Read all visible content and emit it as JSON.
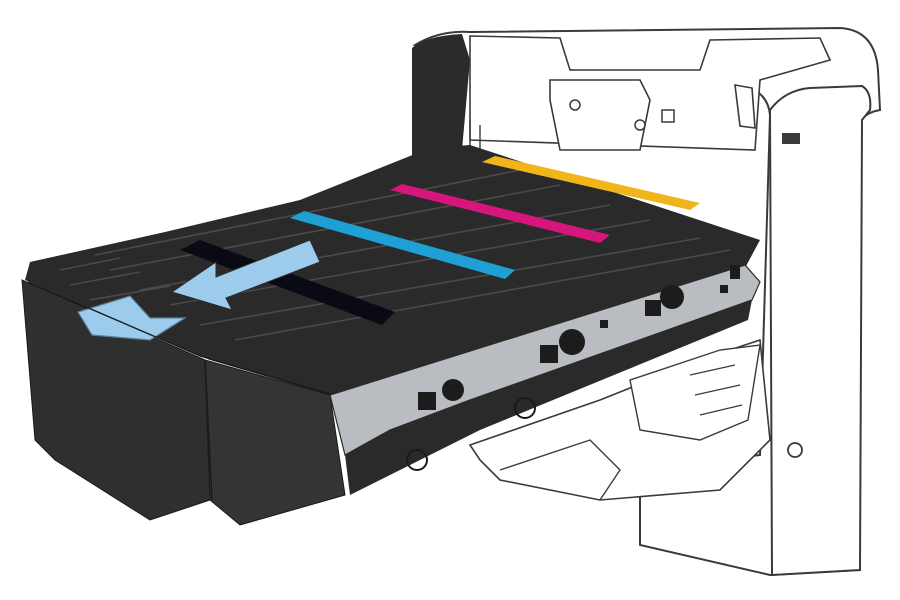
{
  "colors": {
    "background": "#ffffff",
    "printer_body": "#ffffff",
    "printer_outline": "#3a3a3a",
    "printer_bezel": "#2b2b2b",
    "drawer_dark": "#2a2a2a",
    "drawer_mid": "#3a3a3a",
    "drawer_side_panel": "#b9bcc0",
    "cartridge_yellow": "#f1b51c",
    "cartridge_magenta": "#d6157d",
    "cartridge_cyan": "#1ea0d5",
    "cartridge_black": "#0a0a14",
    "arrow_fill": "#9ccbeb",
    "handle_fill": "#9ccbeb"
  },
  "cartridges": [
    {
      "name": "yellow",
      "color_key": "cartridge_yellow"
    },
    {
      "name": "magenta",
      "color_key": "cartridge_magenta"
    },
    {
      "name": "cyan",
      "color_key": "cartridge_cyan"
    },
    {
      "name": "black",
      "color_key": "cartridge_black"
    }
  ],
  "icons": {
    "direction": "pull-out-arrow-icon",
    "handle": "drawer-handle-icon"
  }
}
